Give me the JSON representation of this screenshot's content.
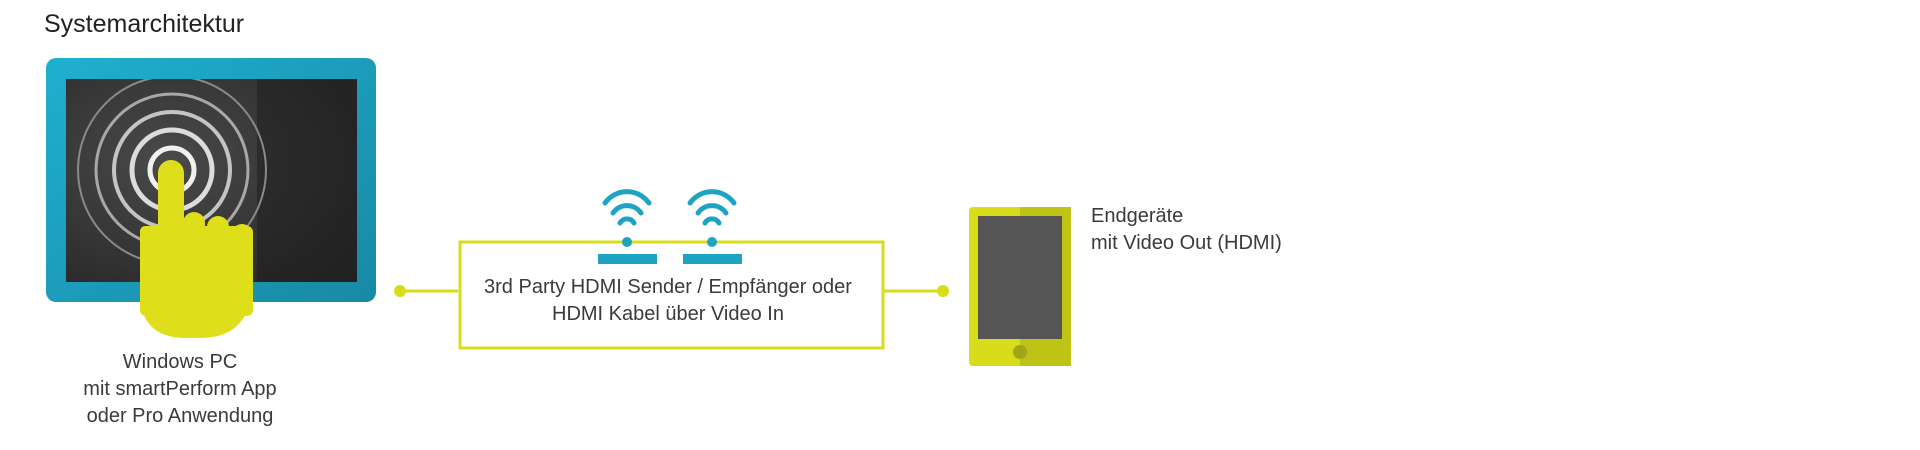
{
  "title": "Systemarchitektur",
  "pc": {
    "lines": [
      "Windows PC",
      "mit smartPerform App",
      "oder Pro Anwendung"
    ]
  },
  "connection": {
    "lines": [
      "3rd Party HDMI Sender / Empfänger oder",
      "HDMI Kabel über Video In"
    ]
  },
  "device": {
    "lines": [
      "Endgeräte",
      "mit Video Out (HDMI)"
    ]
  },
  "colors": {
    "accent_blue": "#1ea3c3",
    "accent_yellow": "#d8dc1a",
    "screen_dark": "#2e2e2e",
    "tablet_screen": "#555555"
  },
  "icons": {
    "pc": "touch-monitor-icon",
    "hand": "pointing-hand-icon",
    "wifi": "wifi-signal-icon",
    "tablet": "tablet-icon"
  }
}
